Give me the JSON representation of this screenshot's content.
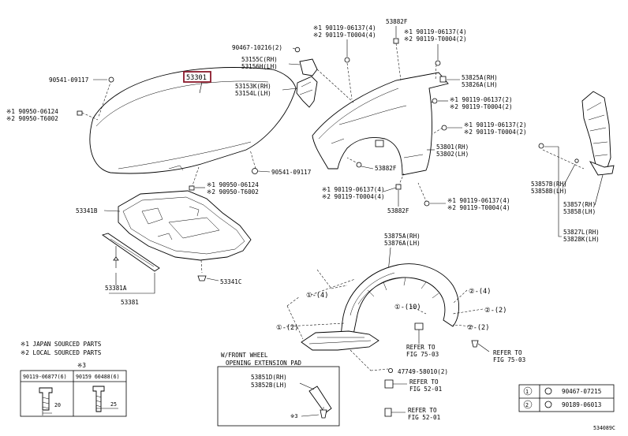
{
  "part_labels": {
    "hood": "53301",
    "hood_bolt_left": "90541-09117",
    "hood_bolt_right": "90541-09117",
    "hood_clip_left": [
      "※1 90950-06124",
      "※2 90950-T6002"
    ],
    "hood_clip_bottom": [
      "※1 90950-06124",
      "※2 90950-T6002"
    ],
    "hinge_bolt": "90467-10216(2)",
    "hinge_rh": "53155C(RH)",
    "hinge_lh": "53156H(LH)",
    "bracket_rh": "53153K(RH)",
    "bracket_lh": "53154L(LH)",
    "top_bolt_a": [
      "※1 90119-06137(4)",
      "※2 90119-T0004(4)"
    ],
    "top_882f": "53882F",
    "top_bolt_b": [
      "※1 90119-06137(4)",
      "※2 90119-T0004(2)"
    ],
    "seal_rh": "53825A(RH)",
    "seal_lh": "53826A(LH)",
    "right_bolt_a": [
      "※1 90119-06137(2)",
      "※2 90119-T0004(2)"
    ],
    "right_bolt_b": [
      "※1 90119-06137(2)",
      "※2 90119-T0004(2)"
    ],
    "fender_rh": "53801(RH)",
    "fender_lh": "53802(LH)",
    "mid_882f": "53882F",
    "lower_bolt_a": [
      "※1 90119-06137(4)",
      "※2 90119-T0004(4)"
    ],
    "lower_bolt_b": [
      "※1 90119-06137(4)",
      "※2 90119-T0004(4)"
    ],
    "lower_882f": "53882F",
    "insulator": "53341B",
    "seal_strip_1": "53381A",
    "seal_strip_2": "53381",
    "clip_341c": "53341C",
    "liner_rh": "53875A(RH)",
    "liner_lh": "53876A(LH)",
    "side_857b_rh": "53857B(RH)",
    "side_858b_lh": "53858B(LH)",
    "side_857_rh": "53857(RH)",
    "side_858_lh": "53858(LH)",
    "side_827l_rh": "53827L(RH)",
    "side_828k_lh": "53828K(LH)",
    "screw_47749": "47749-58010(2)",
    "ref_75_a": [
      "REFER TO",
      "FIG 75-03"
    ],
    "ref_75_b": [
      "REFER TO",
      "FIG 75-03"
    ],
    "ref_52_a": [
      "REFER TO",
      "FIG 52-01"
    ],
    "ref_52_b": [
      "REFER TO",
      "FIG 52-01"
    ]
  },
  "callouts": {
    "c1_4": "①-(4)",
    "c1_10": "①-(10)",
    "c2_4": "②-(4)",
    "c2_2a": "②-(2)",
    "c1_2": "①-(2)",
    "c2_2b": "②-(2)"
  },
  "legend": {
    "note_1": "※1 JAPAN SOURCED PARTS",
    "note_2": "※2 LOCAL SOURCED PARTS",
    "table_marker": "※3",
    "table_col_1": "90119-06877(6)",
    "table_col_2": "90159 60488(6)",
    "dim_1": "20",
    "dim_2": "25"
  },
  "inset": {
    "title_1": "W/FRONT WHEEL",
    "title_2": "OPENING EXTENSION PAD",
    "part_rh": "53851D(RH)",
    "part_lh": "53852B(LH)",
    "marker": "※3"
  },
  "key_table": {
    "row_1": "90467-07215",
    "row_2": "90189-06013"
  },
  "figure_code": "534089C"
}
